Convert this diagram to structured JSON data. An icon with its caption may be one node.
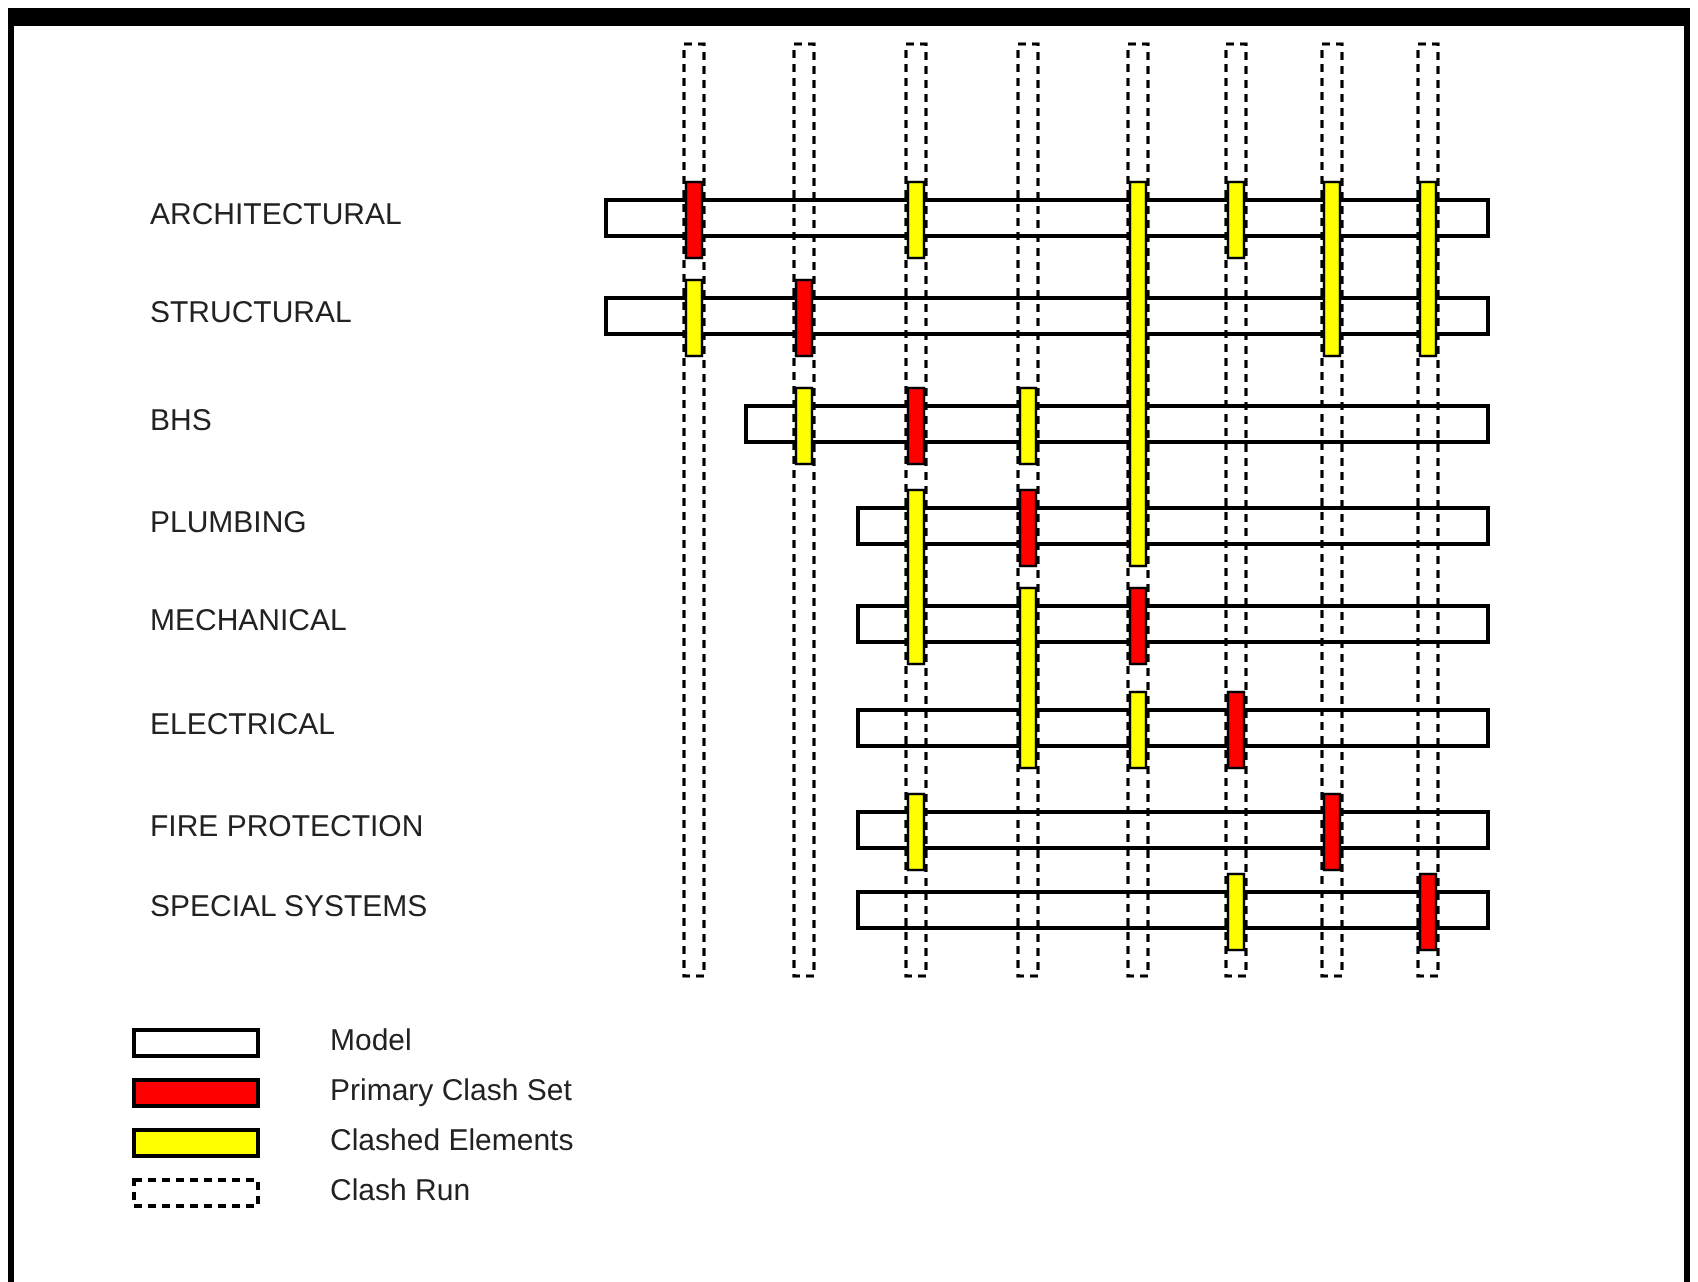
{
  "diagram": {
    "nodes": [
      {
        "text": [],
        "shape": "bar"
      },
      {
        "text": [],
        "shape": "bar"
      },
      {
        "text": [],
        "shape": "bar"
      },
      {
        "text": [],
        "shape": "bar"
      },
      {
        "text": [],
        "shape": "bar"
      },
      {
        "text": [],
        "shape": "bar"
      },
      {
        "text": [],
        "shape": "bar"
      },
      {
        "text": [],
        "shape": "bar"
      }
    ],
    "labels": [
      "ARCHITECTURAL",
      "STRUCTURAL",
      "BHS",
      "PLUMBING",
      "MECHANICAL",
      "ELECTRICAL",
      "FIRE PROTECTION",
      "SPECIAL SYSTEMS"
    ],
    "legend": [
      {
        "text": "Model"
      },
      {
        "text": "Primary Clash Set",
        "color": "#ff0000"
      },
      {
        "text": "Clashed Elements",
        "color": "#ffff00"
      },
      {
        "text": "Clash Run"
      }
    ]
  }
}
